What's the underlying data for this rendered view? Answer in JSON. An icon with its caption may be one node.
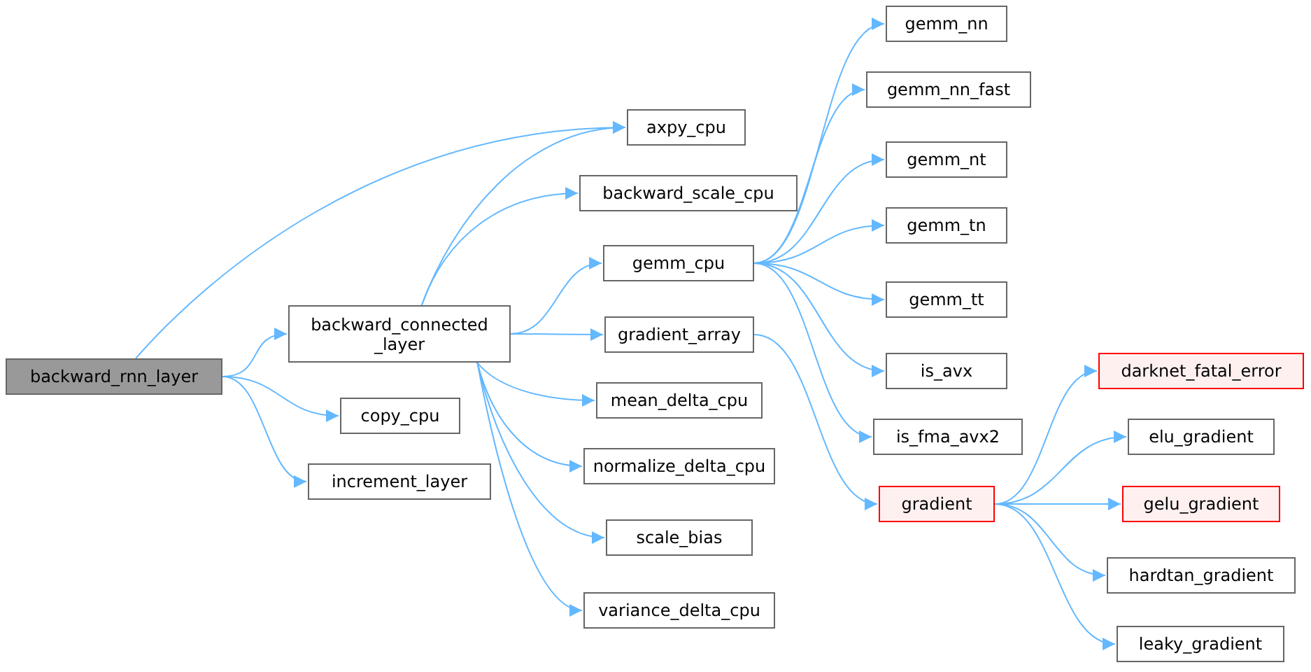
{
  "diagram": {
    "nodes": [
      {
        "text": [
          "backward_rnn_layer"
        ]
      },
      {
        "text": [
          "backward_connected _layer"
        ]
      },
      {
        "text": [
          "axpy_cpu"
        ]
      },
      {
        "text": [
          "backward_scale_cpu"
        ]
      },
      {
        "text": [
          "gemm_cpu"
        ]
      },
      {
        "text": [
          "gemm_nn"
        ]
      },
      {
        "text": [
          "gemm_nn_fast"
        ]
      },
      {
        "text": [
          "gemm_nt"
        ]
      },
      {
        "text": [
          "gemm_tn"
        ]
      },
      {
        "text": [
          "gemm_tt"
        ]
      },
      {
        "text": [
          "is_avx"
        ]
      },
      {
        "text": [
          "is_fma_avx2"
        ]
      },
      {
        "text": [
          "gradient_array"
        ]
      },
      {
        "text": [
          "gradient"
        ]
      },
      {
        "text": [
          "darknet_fatal_error"
        ]
      },
      {
        "text": [
          "elu_gradient"
        ]
      },
      {
        "text": [
          "gelu_gradient"
        ]
      },
      {
        "text": [
          "hardtan_gradient"
        ]
      },
      {
        "text": [
          "leaky_gradient"
        ]
      },
      {
        "text": [
          "mean_delta_cpu"
        ]
      },
      {
        "text": [
          "normalize_delta_cpu"
        ]
      },
      {
        "text": [
          "scale_bias"
        ]
      },
      {
        "text": [
          "variance_delta_cpu"
        ]
      },
      {
        "text": [
          "copy_cpu"
        ]
      },
      {
        "text": [
          "increment_layer"
        ]
      }
    ],
    "edges": [
      {
        "from": 0,
        "to": 2,
        "arrow": "to"
      },
      {
        "from": 0,
        "to": 1,
        "arrow": "to"
      },
      {
        "from": 0,
        "to": 23,
        "arrow": "to"
      },
      {
        "from": 0,
        "to": 24,
        "arrow": "to"
      },
      {
        "from": 1,
        "to": 2,
        "arrow": "to"
      },
      {
        "from": 1,
        "to": 3,
        "arrow": "to"
      },
      {
        "from": 1,
        "to": 4,
        "arrow": "to"
      },
      {
        "from": 1,
        "to": 12,
        "arrow": "to"
      },
      {
        "from": 1,
        "to": 19,
        "arrow": "to"
      },
      {
        "from": 1,
        "to": 20,
        "arrow": "to"
      },
      {
        "from": 1,
        "to": 21,
        "arrow": "to"
      },
      {
        "from": 1,
        "to": 22,
        "arrow": "to"
      },
      {
        "from": 4,
        "to": 5,
        "arrow": "to"
      },
      {
        "from": 4,
        "to": 6,
        "arrow": "to"
      },
      {
        "from": 4,
        "to": 7,
        "arrow": "to"
      },
      {
        "from": 4,
        "to": 8,
        "arrow": "to"
      },
      {
        "from": 4,
        "to": 9,
        "arrow": "to"
      },
      {
        "from": 4,
        "to": 10,
        "arrow": "to"
      },
      {
        "from": 4,
        "to": 11,
        "arrow": "to"
      },
      {
        "from": 12,
        "to": 13,
        "arrow": "to"
      },
      {
        "from": 13,
        "to": 14,
        "arrow": "to"
      },
      {
        "from": 13,
        "to": 15,
        "arrow": "to"
      },
      {
        "from": 13,
        "to": 16,
        "arrow": "to"
      },
      {
        "from": 13,
        "to": 17,
        "arrow": "to"
      },
      {
        "from": 13,
        "to": 18,
        "arrow": "to"
      }
    ]
  }
}
